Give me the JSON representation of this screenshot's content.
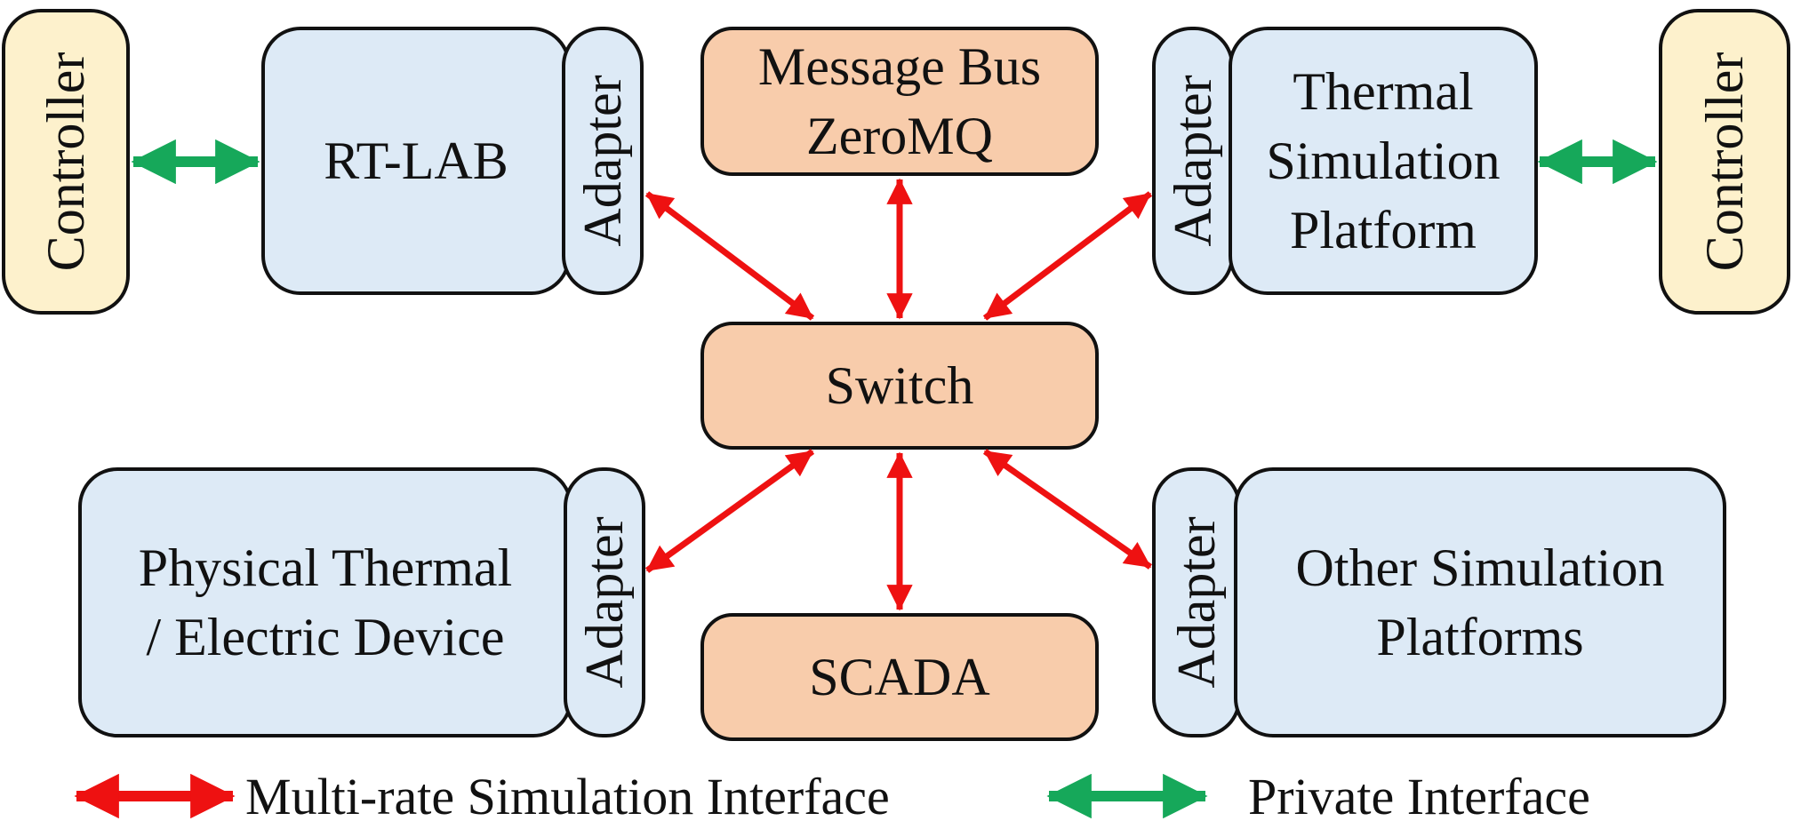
{
  "nodes": {
    "controller_left": "Controller",
    "rtlab": "RT-LAB",
    "adapter_rtlab": "Adapter",
    "message_bus_l1": "Message Bus",
    "message_bus_l2": "ZeroMQ",
    "adapter_thermal": "Adapter",
    "thermal_l1": "Thermal",
    "thermal_l2": "Simulation",
    "thermal_l3": "Platform",
    "controller_right": "Controller",
    "switch": "Switch",
    "physical_l1": "Physical Thermal",
    "physical_l2": "/ Electric Device",
    "adapter_physical": "Adapter",
    "scada": "SCADA",
    "adapter_other": "Adapter",
    "other_l1": "Other Simulation",
    "other_l2": "Platforms"
  },
  "legend": {
    "multi_rate": "Multi-rate Simulation Interface",
    "private": "Private Interface"
  },
  "colors": {
    "simulation_box": "#ddeaf6",
    "core_box": "#f8ccab",
    "controller_box": "#fdf1cc",
    "multi_rate_arrow": "#ee1111",
    "private_arrow": "#16a85a"
  }
}
